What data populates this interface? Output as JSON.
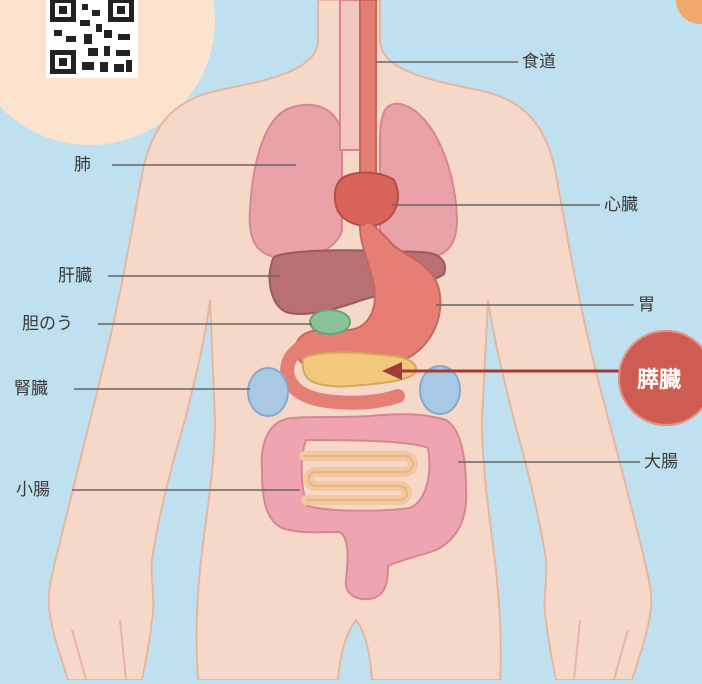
{
  "labels": {
    "esophagus": "食道",
    "lungs": "肺",
    "heart": "心臓",
    "liver": "肝臓",
    "stomach": "胃",
    "gallbladder": "胆のう",
    "pancreas": "膵臓",
    "kidney": "腎臓",
    "large_intestine": "大腸",
    "small_intestine": "小腸"
  },
  "colors": {
    "background": "#bfe0ef",
    "skin": "#f6d8c9",
    "skin_outline": "#e6b6a1",
    "lung": "#e9a3a8",
    "heart": "#d7635a",
    "liver": "#b87072",
    "stomach": "#e67f73",
    "gallbladder": "#8bc29a",
    "pancreas": "#f2c87c",
    "kidney": "#a8c8e4",
    "large_intestine": "#eea5b1",
    "small_intestine": "#f4c79e",
    "pancreas_highlight": "#cd5d52",
    "arrow": "#a33a36"
  }
}
